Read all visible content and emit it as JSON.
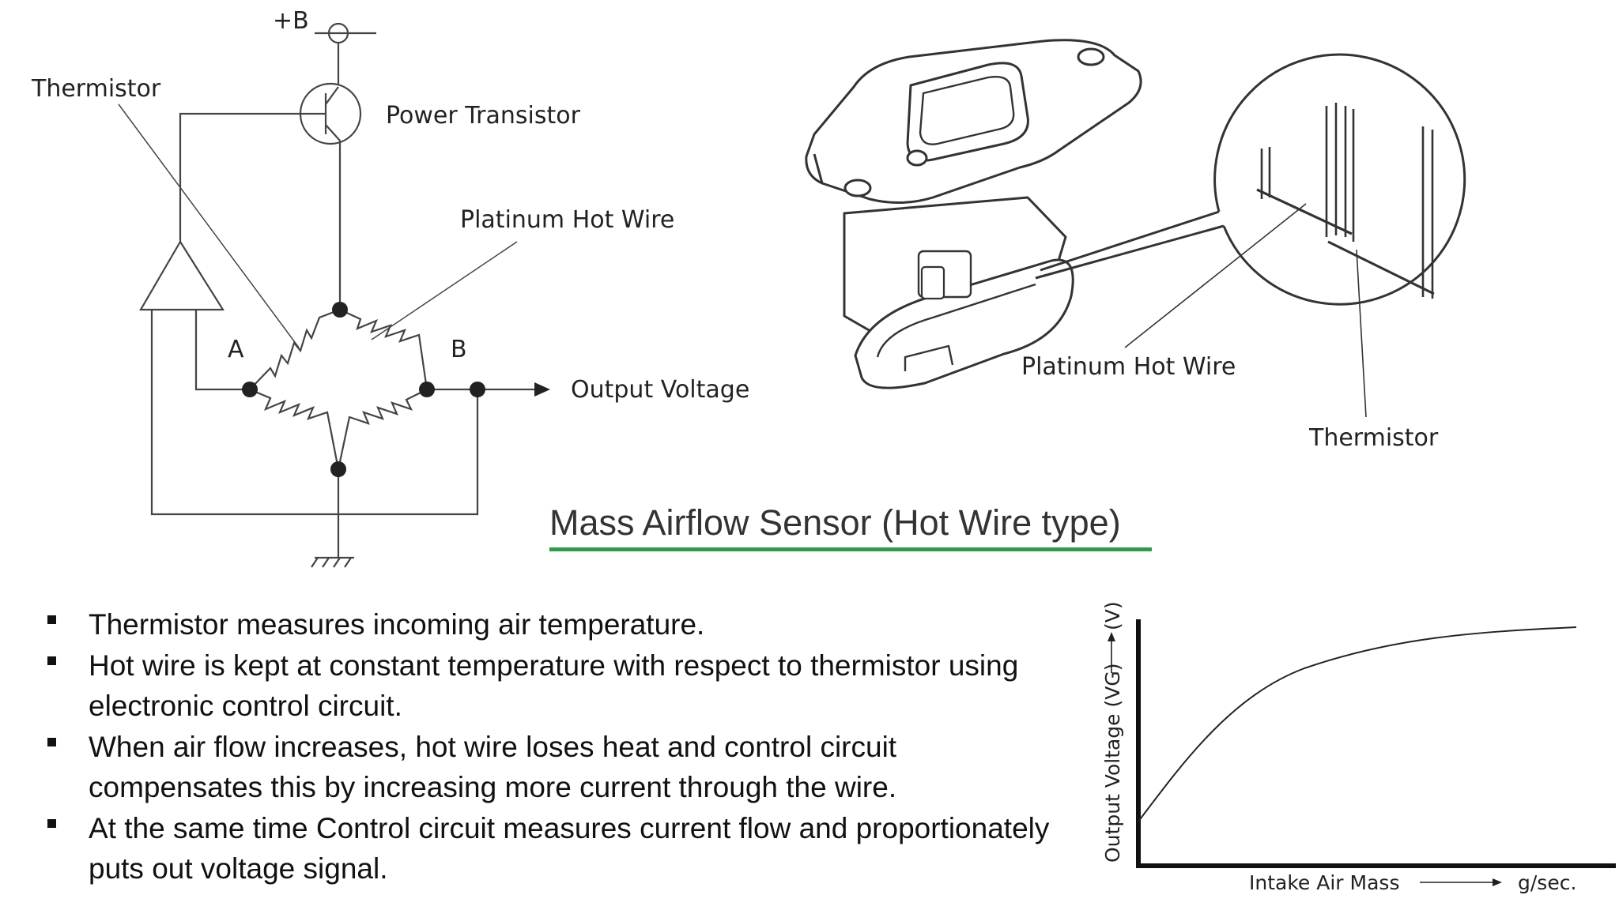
{
  "circuit": {
    "supply_label": "+B",
    "thermistor_label": "Thermistor",
    "transistor_label": "Power Transistor",
    "hot_wire_label": "Platinum Hot Wire",
    "node_a_label": "A",
    "node_b_label": "B",
    "output_label": "Output Voltage"
  },
  "sensor": {
    "hot_wire_label": "Platinum Hot Wire",
    "thermistor_label": "Thermistor"
  },
  "title": "Mass Airflow Sensor (Hot Wire type)",
  "title_underline_color": "#2e9a4a",
  "bullets": [
    "Thermistor measures incoming air temperature.",
    " Hot wire is kept at constant temperature with respect to thermistor using electronic control circuit.",
    "When air flow increases, hot wire loses heat and control circuit compensates this by increasing more current through the wire.",
    " At the same time Control circuit measures current flow and proportionately puts out voltage signal."
  ],
  "graph": {
    "ylabel": "Output Voltage (VG)",
    "yunit": "(V)",
    "xlabel": "Intake Air Mass",
    "xunit": "g/sec."
  }
}
